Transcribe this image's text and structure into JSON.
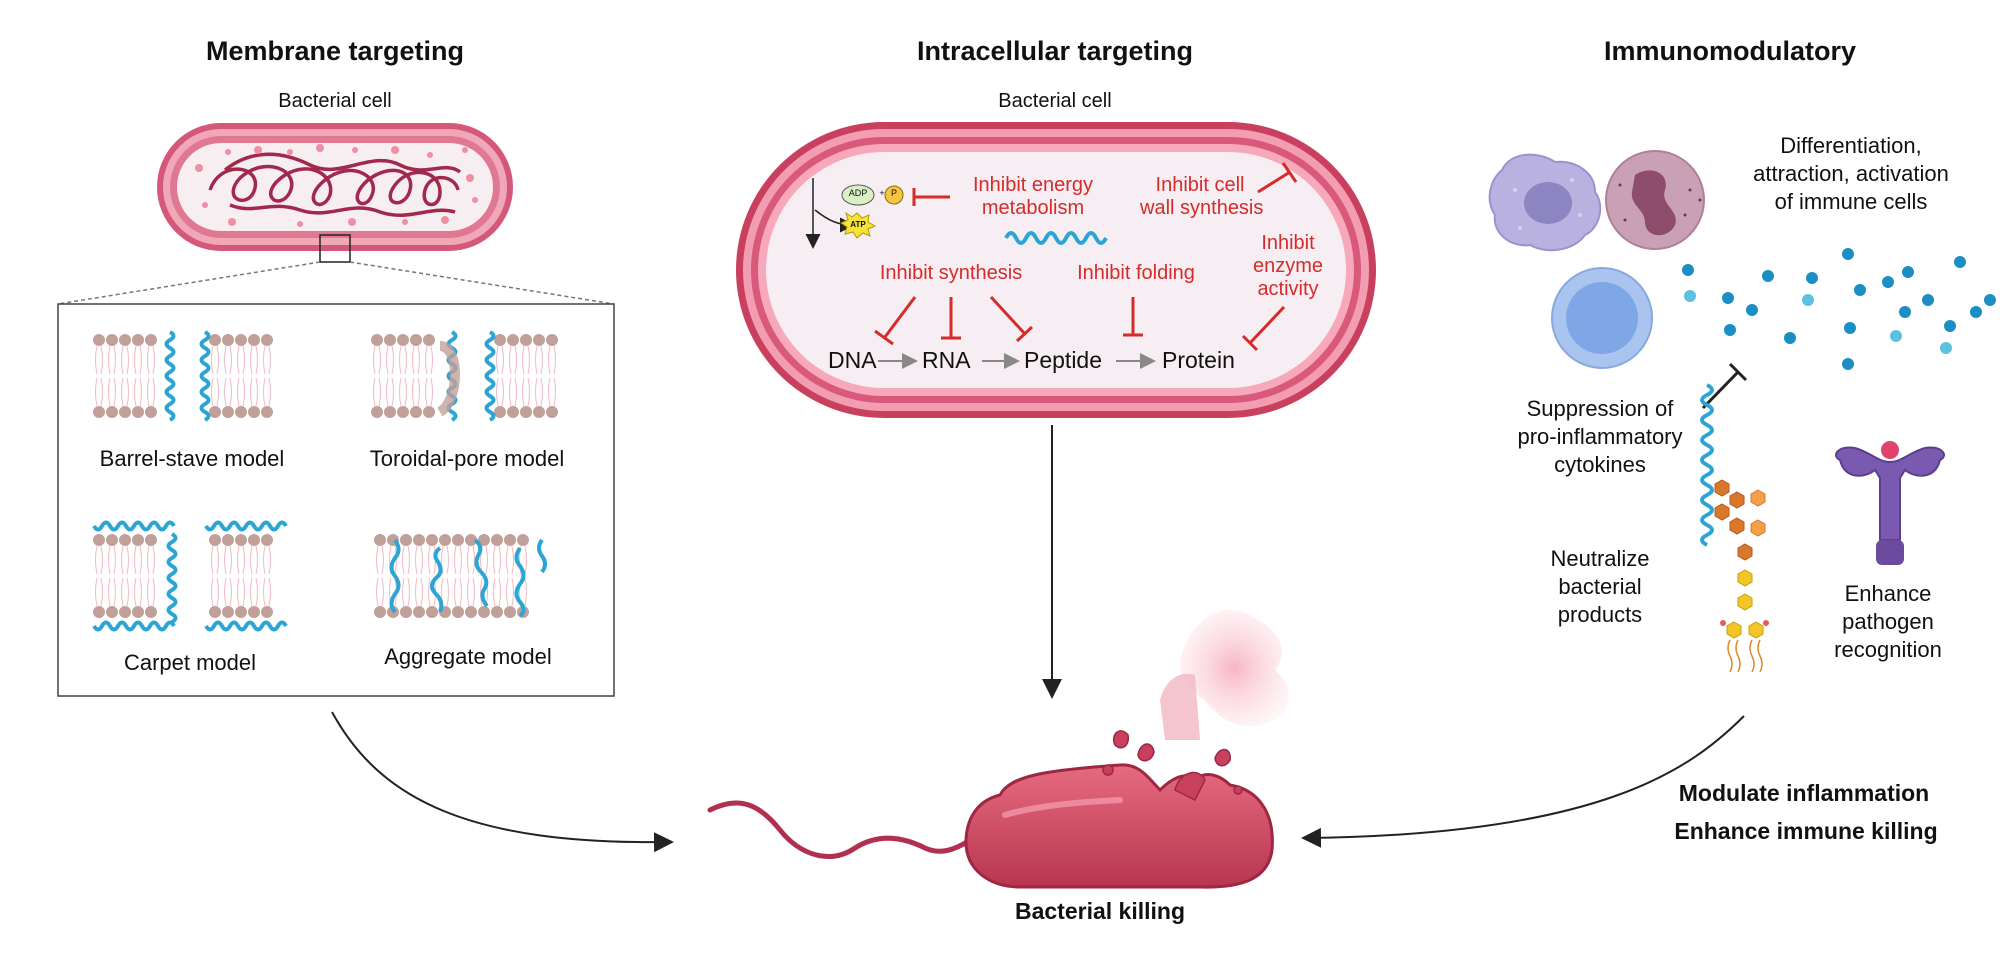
{
  "membrane": {
    "title": "Membrane targeting",
    "cell_label": "Bacterial cell",
    "models": [
      "Barrel-stave model",
      "Toroidal-pore model",
      "Carpet model",
      "Aggregate model"
    ]
  },
  "intracellular": {
    "title": "Intracellular targeting",
    "cell_label": "Bacterial cell",
    "inhibit_energy": [
      "Inhibit energy",
      "metabolism"
    ],
    "inhibit_cell_wall": [
      "Inhibit cell",
      "wall synthesis"
    ],
    "inhibit_enzyme": [
      "Inhibit",
      "enzyme",
      "activity"
    ],
    "inhibit_synthesis": "Inhibit synthesis",
    "inhibit_folding": "Inhibit folding",
    "adp": "ADP",
    "p": "P",
    "plus": "+",
    "atp": "ATP",
    "pathway": [
      "DNA",
      "RNA",
      "Peptide",
      "Protein"
    ]
  },
  "immuno": {
    "title": "Immunomodulatory",
    "differentiation": [
      "Differentiation,",
      "attraction, activation",
      "of immune cells"
    ],
    "suppression": [
      "Suppression of",
      "pro-inflammatory",
      "cytokines"
    ],
    "neutralize": [
      "Neutralize",
      "bacterial",
      "products"
    ],
    "enhance": [
      "Enhance",
      "pathogen",
      "recognition"
    ],
    "modulate": "Modulate inflammation",
    "enhance_killing": "Enhance immune killing"
  },
  "outcome": "Bacterial killing",
  "colors": {
    "red_text": "#d62b2b",
    "cell_wall": "#c94063",
    "helix": "#2aa5d6",
    "lipid_head": "#c2a09a",
    "cytokine": "#1b8fc4"
  }
}
